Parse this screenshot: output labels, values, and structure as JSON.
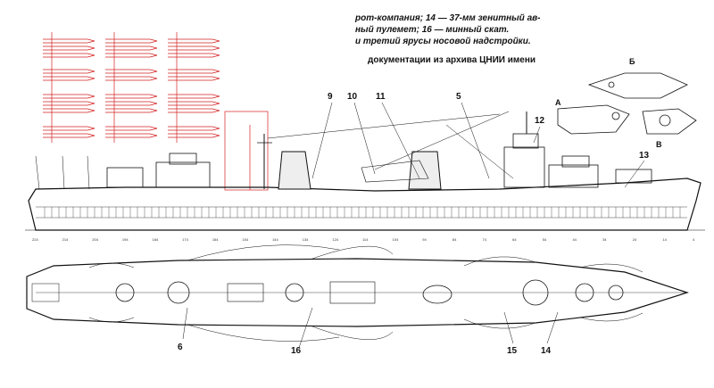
{
  "caption": {
    "line1": "рот-компания; 14 — 37-мм зенитный ав-",
    "line2": "ный пулемет; 16 — минный скат.",
    "line3": "и третий ярусы носовой надстройки.",
    "line4": "документации из архива ЦНИИ имени"
  },
  "callouts": {
    "n9": "9",
    "n10": "10",
    "n11": "11",
    "n5": "5",
    "n12": "12",
    "n13": "13",
    "n6": "6",
    "n16": "16",
    "n15": "15",
    "n14": "14"
  },
  "decks": {
    "a": "А",
    "b": "Б",
    "v": "В"
  },
  "frames": [
    "224",
    "214",
    "204",
    "194",
    "184",
    "174",
    "164",
    "154",
    "144",
    "134",
    "124",
    "114",
    "104",
    "94",
    "84",
    "74",
    "64",
    "54",
    "44",
    "34",
    "24",
    "14",
    "4"
  ],
  "colors": {
    "ink": "#111111",
    "red": "#d42020",
    "paper": "#ffffff"
  }
}
